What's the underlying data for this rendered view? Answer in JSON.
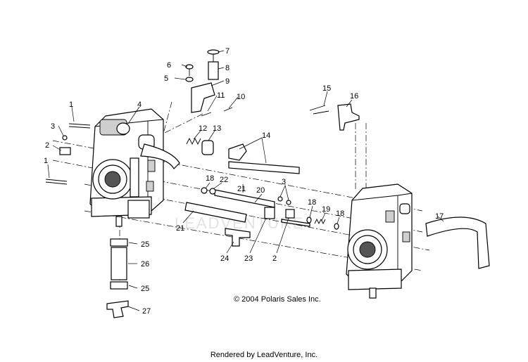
{
  "diagram": {
    "watermark": "LEADVENTURE",
    "copyright": "© 2004 Polaris Sales Inc.",
    "rendered_by": "Rendered by LeadVenture, Inc.",
    "callouts": [
      {
        "id": "c7",
        "label": "7"
      },
      {
        "id": "c6",
        "label": "6"
      },
      {
        "id": "c8",
        "label": "8"
      },
      {
        "id": "c5",
        "label": "5"
      },
      {
        "id": "c9",
        "label": "9"
      },
      {
        "id": "c4",
        "label": "4"
      },
      {
        "id": "c11",
        "label": "11"
      },
      {
        "id": "c10",
        "label": "10"
      },
      {
        "id": "c1a",
        "label": "1"
      },
      {
        "id": "c3a",
        "label": "3"
      },
      {
        "id": "c12",
        "label": "12"
      },
      {
        "id": "c13",
        "label": "13"
      },
      {
        "id": "c2a",
        "label": "2"
      },
      {
        "id": "c14",
        "label": "14"
      },
      {
        "id": "c1b",
        "label": "1"
      },
      {
        "id": "c18a",
        "label": "18"
      },
      {
        "id": "c22",
        "label": "22"
      },
      {
        "id": "c21a",
        "label": "21"
      },
      {
        "id": "c20",
        "label": "20"
      },
      {
        "id": "c3b",
        "label": "3"
      },
      {
        "id": "c15",
        "label": "15"
      },
      {
        "id": "c16",
        "label": "16"
      },
      {
        "id": "c18b",
        "label": "18"
      },
      {
        "id": "c19",
        "label": "19"
      },
      {
        "id": "c18c",
        "label": "18"
      },
      {
        "id": "c17",
        "label": "17"
      },
      {
        "id": "c21b",
        "label": "21"
      },
      {
        "id": "c25a",
        "label": "25"
      },
      {
        "id": "c26",
        "label": "26"
      },
      {
        "id": "c25b",
        "label": "25"
      },
      {
        "id": "c27",
        "label": "27"
      },
      {
        "id": "c24",
        "label": "24"
      },
      {
        "id": "c23",
        "label": "23"
      },
      {
        "id": "c2b",
        "label": "2"
      }
    ]
  }
}
